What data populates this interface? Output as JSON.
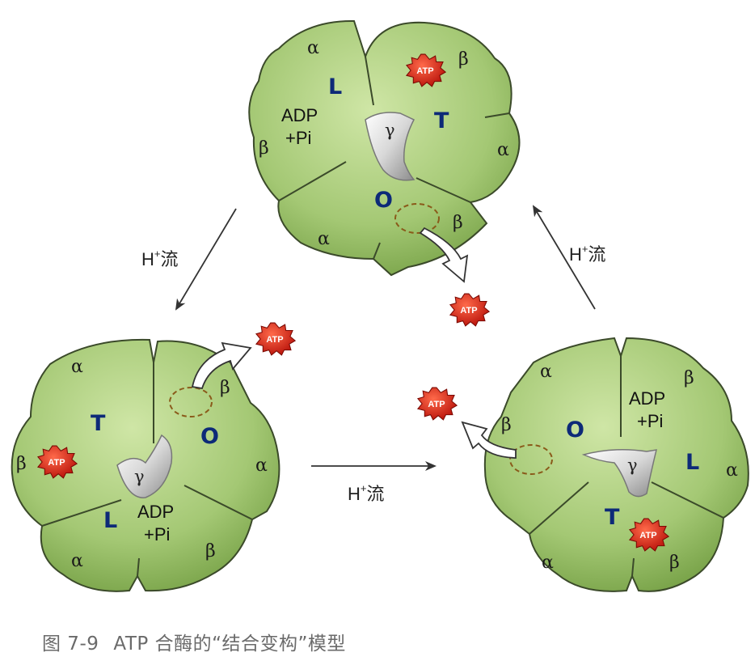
{
  "caption": {
    "figure_number": "图 7-9",
    "title": "ATP 合酶的“结合变构”模型"
  },
  "flow_label": {
    "prefix": "H",
    "superscript": "+",
    "suffix": "流"
  },
  "atp_label": "ATP",
  "gamma": "γ",
  "adp_line1": "ADP",
  "adp_line2": "+Pi",
  "states": {
    "top": {
      "L": "L",
      "T": "T",
      "O": "O",
      "alpha_top": "α",
      "beta_top": "β",
      "beta_left": "β",
      "alpha_right": "α",
      "alpha_bottom": "α",
      "beta_bottom": "β"
    },
    "left": {
      "T": "T",
      "O": "O",
      "L": "L",
      "alpha_top": "α",
      "beta_top": "β",
      "beta_left": "β",
      "alpha_right": "α",
      "alpha_bottom": "α",
      "beta_bottom": "β"
    },
    "right": {
      "O": "O",
      "L": "L",
      "T": "T",
      "alpha_top": "α",
      "beta_top": "β",
      "beta_left": "β",
      "alpha_right": "α",
      "alpha_bottom": "α",
      "beta_bottom": "β"
    }
  },
  "colors": {
    "subunit_light": "#b8d98c",
    "subunit_dark": "#6d9a3c",
    "outline": "#3b4a2a",
    "state_letter": "#0d2a78",
    "atp_red": "#d31a10",
    "dashed_site": "#8a5a1a"
  }
}
